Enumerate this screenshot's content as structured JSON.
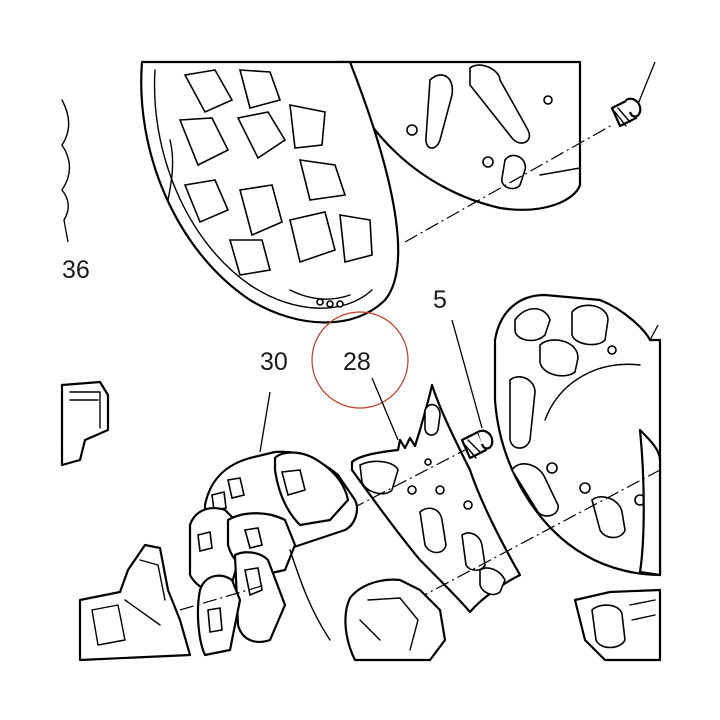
{
  "diagram": {
    "callouts": [
      {
        "id": "36",
        "text": "36"
      },
      {
        "id": "5",
        "text": "5"
      },
      {
        "id": "30",
        "text": "30"
      },
      {
        "id": "28",
        "text": "28"
      }
    ],
    "highlight": {
      "target": "28",
      "color": "#c0392b"
    },
    "colors": {
      "line": "#000000",
      "background": "#ffffff",
      "highlight": "#c0392b"
    }
  }
}
